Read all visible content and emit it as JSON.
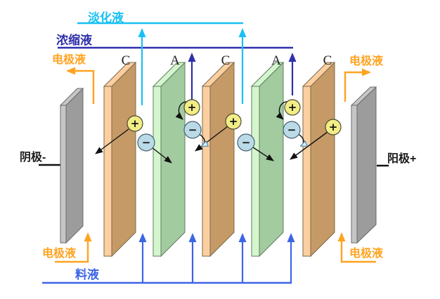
{
  "labels": {
    "diluate": "淡化液",
    "concentrate": "浓缩液",
    "electrode_solution": "电极液",
    "feed": "料液",
    "cathode": "阴极-",
    "anode": "阳极+"
  },
  "membranes": [
    {
      "label": "C",
      "type": "cation-exchange-membrane"
    },
    {
      "label": "A",
      "type": "anion-exchange-membrane"
    },
    {
      "label": "C",
      "type": "cation-exchange-membrane"
    },
    {
      "label": "A",
      "type": "anion-exchange-membrane"
    },
    {
      "label": "C",
      "type": "cation-exchange-membrane"
    }
  ],
  "ions": {
    "cation": "+",
    "anion": "−"
  },
  "colors": {
    "diluate_line": "#18c0f5",
    "concentrate_line": "#2f2fac",
    "electrode_line": "#ffa320",
    "feed_line": "#3c65e6",
    "electrode_wire": "#111111",
    "cation_membrane_face": "#c69a66",
    "cation_membrane_edge": "#fbcfa0",
    "anion_membrane_face": "#a2cba0",
    "anion_membrane_edge": "#d4f6ce",
    "electrode_face": "#9c9c9c",
    "electrode_edge": "#c6c6c6",
    "cation_ion_fill": "#f2ed86",
    "anion_ion_fill": "#bbdae8",
    "label_text": "#1a1a1a"
  }
}
